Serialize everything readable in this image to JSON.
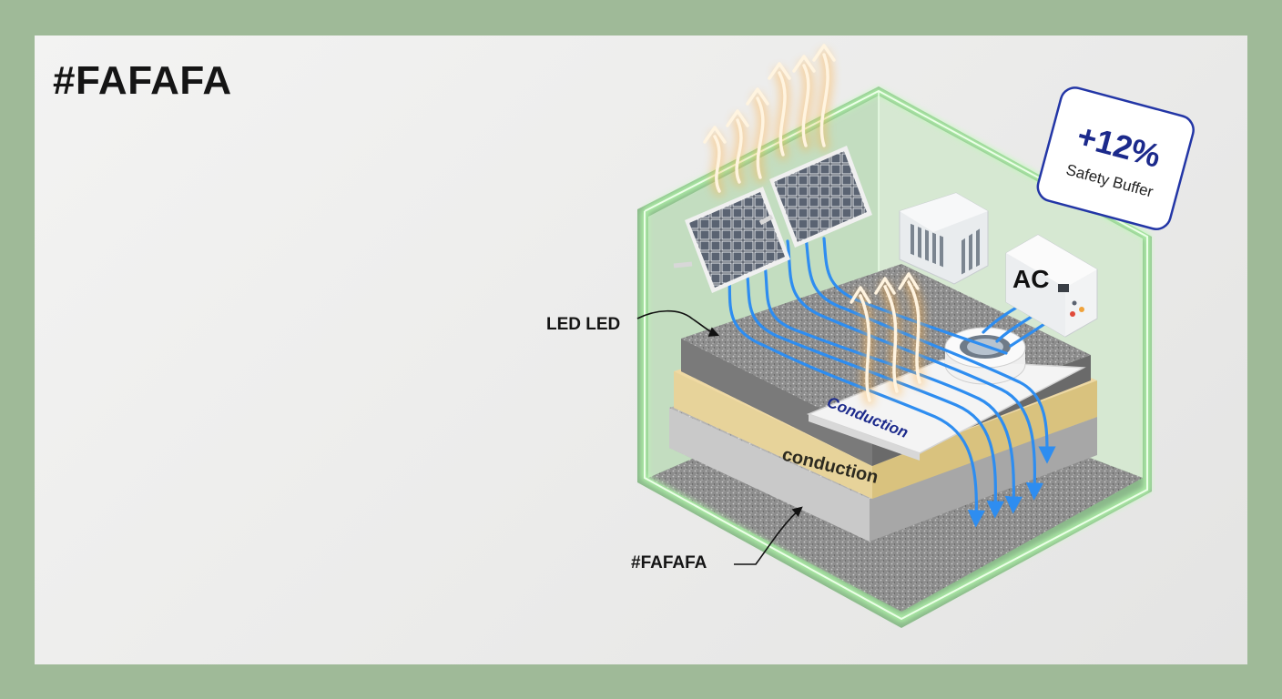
{
  "title": "#FAFAFA",
  "badge": {
    "value": "+12%",
    "label": "Safety Buffer"
  },
  "ac_unit": {
    "label": "AC"
  },
  "labels": {
    "led": "LED LED",
    "plate": "Conduction",
    "layer": "conduction",
    "base": "#FAFAFA"
  },
  "colors": {
    "background_frame": "#9fba98",
    "room_wall": "#cfe3cb",
    "glow_edge": "#aef2a8",
    "heat_arrow": "#ffb24a",
    "cool_flow": "#2e8df0",
    "insulation": "#e7d39a",
    "badge_text": "#1c2a8c"
  },
  "icons": [
    "solar-panel-icon",
    "heat-arrow-icon",
    "vent-unit-icon",
    "ac-control-icon",
    "floor-fan-icon",
    "leader-arrow-icon"
  ]
}
